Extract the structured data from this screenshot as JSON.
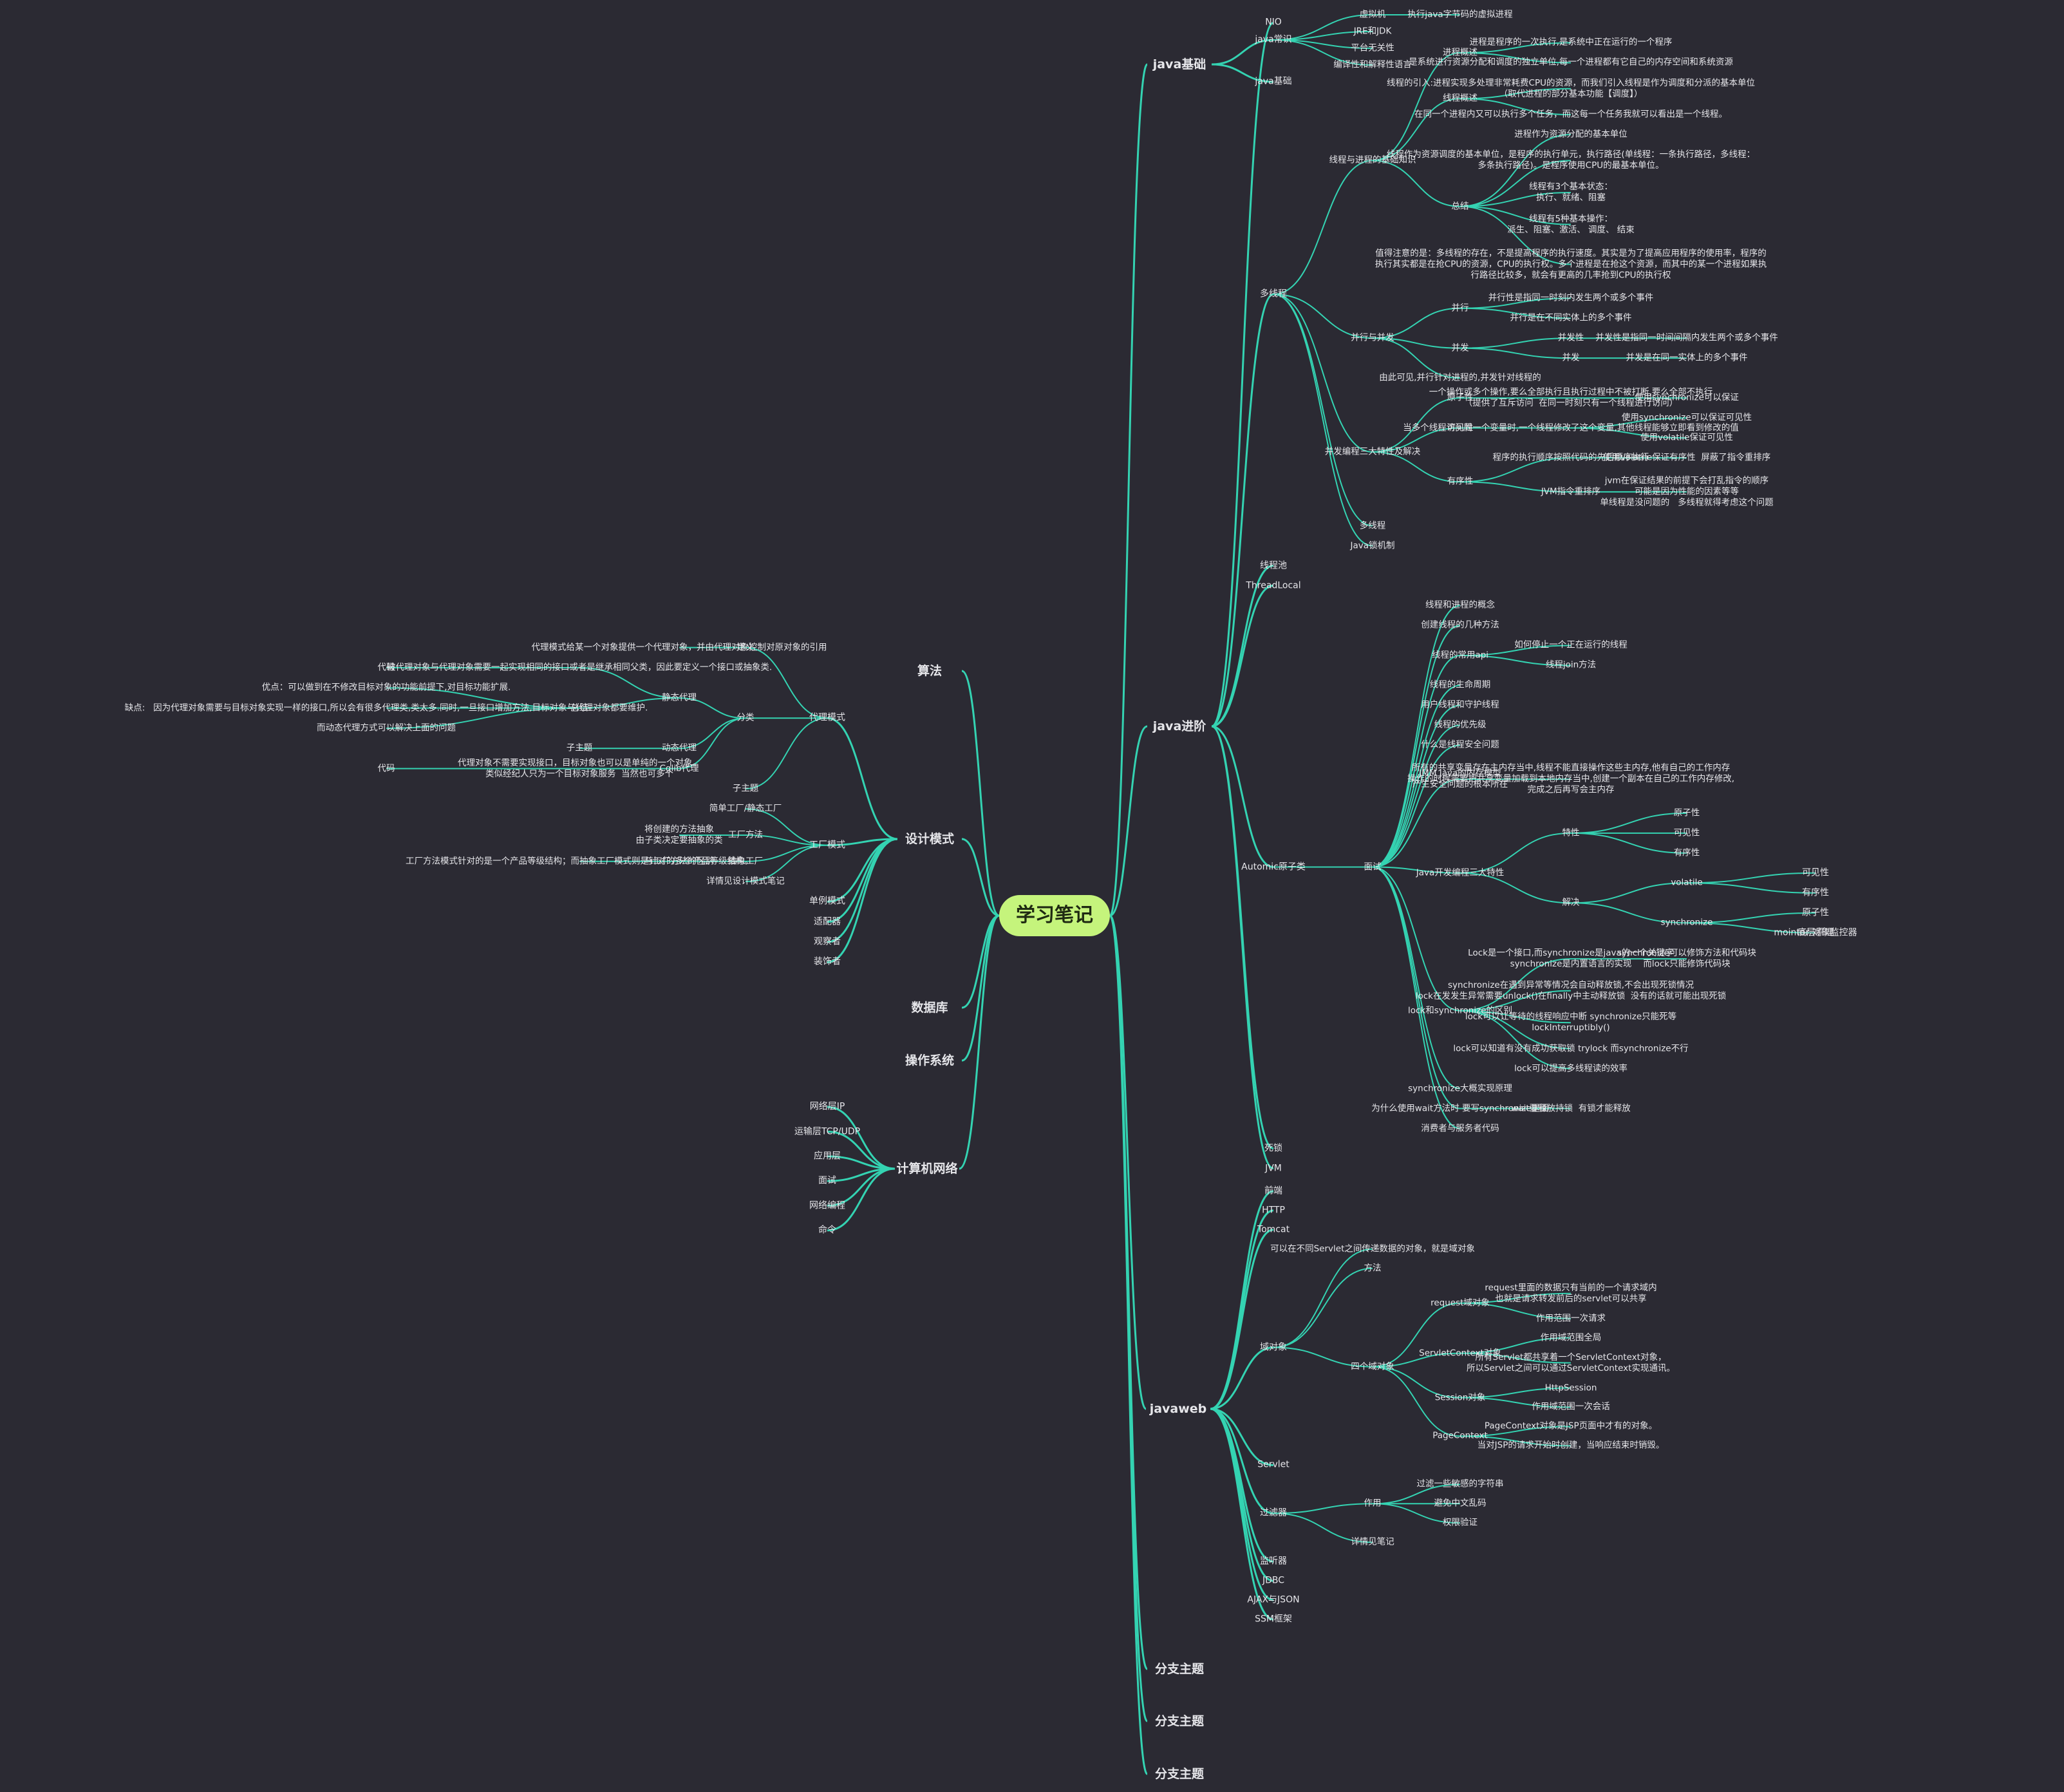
{
  "map": {
    "colors": {
      "background": "#2b2a33",
      "branch": "#34d3b2",
      "root_fill": "#c5f47c",
      "root_text": "#1f2a12",
      "text": "#e6e6ea"
    },
    "root": "学习笔记",
    "right": [
      {
        "t": "java基础",
        "c": [
          {
            "t": "java常识",
            "c": [
              {
                "t": "虚拟机",
                "c": [
                  {
                    "t": "执行java字节码的虚拟进程"
                  }
                ]
              },
              {
                "t": "JRE和JDK"
              },
              {
                "t": "平台无关性"
              },
              {
                "t": "编译性和解释性语言"
              }
            ]
          },
          {
            "t": "java基础"
          }
        ]
      },
      {
        "t": "java进阶",
        "c": [
          {
            "t": "NIO"
          },
          {
            "t": "多线程",
            "c": [
              {
                "t": "线程与进程的基础知识",
                "c": [
                  {
                    "t": "进程概述",
                    "c": [
                      {
                        "t": "进程是程序的一次执行,是系统中正在运行的一个程序"
                      },
                      {
                        "t": "是系统进行资源分配和调度的独立单位,每一个进程都有它自己的内存空间和系统资源"
                      }
                    ]
                  },
                  {
                    "t": "线程概述",
                    "c": [
                      {
                        "t": "线程的引入:进程实现多处理非常耗费CPU的资源，而我们引入线程是作为调度和分派的基本单位\n（取代进程的部分基本功能【调度】）"
                      },
                      {
                        "t": "在同一个进程内又可以执行多个任务，而这每一个任务我就可以看出是一个线程。"
                      }
                    ]
                  },
                  {
                    "t": "总结",
                    "c": [
                      {
                        "t": "进程作为资源分配的基本单位"
                      },
                      {
                        "t": "线程作为资源调度的基本单位，是程序的执行单元，执行路径(单线程：一条执行路径，多线程：\n多条执行路径)。是程序使用CPU的最基本单位。"
                      },
                      {
                        "t": "线程有3个基本状态：\n执行、就绪、阻塞"
                      },
                      {
                        "t": "线程有5种基本操作：\n派生、阻塞、激活、 调度、 结束"
                      },
                      {
                        "t": "值得注意的是：多线程的存在，不是提高程序的执行速度。其实是为了提高应用程序的使用率，程序的\n执行其实都是在抢CPU的资源，CPU的执行权。多个进程是在抢这个资源，而其中的某一个进程如果执\n行路径比较多，就会有更高的几率抢到CPU的执行权"
                      }
                    ]
                  }
                ]
              },
              {
                "t": "并行与并发",
                "c": [
                  {
                    "t": "并行",
                    "c": [
                      {
                        "t": "并行性是指同一时刻内发生两个或多个事件"
                      },
                      {
                        "t": "并行是在不同实体上的多个事件"
                      }
                    ]
                  },
                  {
                    "t": "并发",
                    "c": [
                      {
                        "t": "并发性",
                        "c": [
                          {
                            "t": "并发性是指同一时间间隔内发生两个或多个事件"
                          }
                        ]
                      },
                      {
                        "t": "并发",
                        "c": [
                          {
                            "t": "并发是在同一实体上的多个事件"
                          }
                        ]
                      }
                    ]
                  },
                  {
                    "t": "由此可见,并行针对进程的,并发针对线程的"
                  }
                ]
              },
              {
                "t": "并发编程三大特性及解决",
                "c": [
                  {
                    "t": "原子性",
                    "c": [
                      {
                        "t": "一个操作或多个操作,要么全部执行且执行过程中不被打断,要么全部不执行\n（提供了互斥访问  在同一时刻只有一个线程进行访问）",
                        "c": [
                          {
                            "t": "使用synchronize可以保证"
                          }
                        ]
                      }
                    ]
                  },
                  {
                    "t": "可见性",
                    "c": [
                      {
                        "t": "当多个线程访问同一个变量时,一个线程修改了这个变量,其他线程能够立即看到修改的值",
                        "c": [
                          {
                            "t": "使用synchronize可以保证可见性"
                          },
                          {
                            "t": "使用volatile保证可见性"
                          }
                        ]
                      }
                    ]
                  },
                  {
                    "t": "有序性",
                    "c": [
                      {
                        "t": "程序的执行顺序按照代码的先后顺序执行",
                        "c": [
                          {
                            "t": "使用volatile保证有序性  屏蔽了指令重排序"
                          }
                        ]
                      },
                      {
                        "t": "JVM指令重排序",
                        "c": [
                          {
                            "t": "jvm在保证结果的前提下会打乱指令的顺序\n可能是因为性能的因素等等\n单线程是没问题的   多线程就得考虑这个问题"
                          }
                        ]
                      }
                    ]
                  }
                ]
              },
              {
                "t": "多线程"
              },
              {
                "t": "Java锁机制"
              }
            ]
          },
          {
            "t": "线程池"
          },
          {
            "t": "ThreadLocal"
          },
          {
            "t": "Automic原子类",
            "c": [
              {
                "t": "面试",
                "c": [
                  {
                    "t": "线程和进程的概念"
                  },
                  {
                    "t": "创建线程的几种方法"
                  },
                  {
                    "t": "线程的常用api",
                    "c": [
                      {
                        "t": "如何停止一个正在运行的线程"
                      },
                      {
                        "t": "线程join方法"
                      }
                    ]
                  },
                  {
                    "t": "线程的生命周期"
                  },
                  {
                    "t": "用户线程和守护线程"
                  },
                  {
                    "t": "线程的优先级"
                  },
                  {
                    "t": "什么是线程安全问题"
                  },
                  {
                    "t": "JMM Java的内存模型\n产生安全问题的根本所在",
                    "c": [
                      {
                        "t": "所有的共享变量存在主内存当中,线程不能直接操作这些主内存,他有自己的工作内存\n操作的时候需要把共享变量加载到本地内存当中,创建一个副本在自己的工作内存修改,\n完成之后再写会主内存"
                      }
                    ]
                  },
                  {
                    "t": "Java开发编程三大特性",
                    "c": [
                      {
                        "t": "特性",
                        "c": [
                          {
                            "t": "原子性"
                          },
                          {
                            "t": "可见性"
                          },
                          {
                            "t": "有序性"
                          }
                        ]
                      },
                      {
                        "t": "解决",
                        "c": [
                          {
                            "t": "volatile",
                            "c": [
                              {
                                "t": "可见性"
                              },
                              {
                                "t": "有序性"
                              }
                            ]
                          },
                          {
                            "t": "synchronize",
                            "c": [
                              {
                                "t": "原子性"
                              },
                              {
                                "t": "底层原理",
                                "c": [
                                  {
                                    "t": "mointor 对象监控器"
                                  }
                                ]
                              }
                            ]
                          }
                        ]
                      }
                    ]
                  },
                  {
                    "t": "lock和synchronize的区别",
                    "c": [
                      {
                        "t": "Lock是一个接口,而synchronize是java的一个关键字\nsynchronize是内置语言的实现",
                        "c": [
                          {
                            "t": "synchronize可以修饰方法和代码块\n而lock只能修饰代码块"
                          }
                        ]
                      },
                      {
                        "t": "synchronize在遇到异常等情况会自动释放锁,不会出现死锁情况\nlock在发发生异常需要unlock()在finally中主动释放锁  没有的话就可能出现死锁"
                      },
                      {
                        "t": "lock可以让等待的线程响应中断 synchronize只能死等\nlockInterruptibly()"
                      },
                      {
                        "t": "lock可以知道有没有成功获取锁 trylock 而synchronize不行"
                      },
                      {
                        "t": "lock可以提高多线程读的效率"
                      }
                    ]
                  },
                  {
                    "t": "synchronize大概实现原理"
                  },
                  {
                    "t": "为什么使用wait方法时 要写synchronize里面",
                    "c": [
                      {
                        "t": "wait要释放持锁  有锁才能释放"
                      }
                    ]
                  },
                  {
                    "t": "消费者与服务者代码"
                  }
                ]
              }
            ]
          },
          {
            "t": "死锁"
          },
          {
            "t": "JVM"
          }
        ]
      },
      {
        "t": "javaweb",
        "c": [
          {
            "t": "前端"
          },
          {
            "t": "HTTP"
          },
          {
            "t": "Tomcat"
          },
          {
            "t": "域对象",
            "c": [
              {
                "t": "可以在不同Servlet之间传递数据的对象，就是域对象"
              },
              {
                "t": "方法"
              },
              {
                "t": "四个域对象",
                "c": [
                  {
                    "t": "request域对象",
                    "c": [
                      {
                        "t": "request里面的数据只有当前的一个请求域内\n也就是请求转发前后的servlet可以共享"
                      },
                      {
                        "t": "作用范围一次请求"
                      }
                    ]
                  },
                  {
                    "t": "ServletContext对象",
                    "c": [
                      {
                        "t": "作用域范围全局"
                      },
                      {
                        "t": "所有Servlet都共享着一个ServletContext对象，\n所以Servlet之间可以通过ServletContext实现通讯。"
                      }
                    ]
                  },
                  {
                    "t": "Session对象",
                    "c": [
                      {
                        "t": "HttpSession"
                      },
                      {
                        "t": "作用域范围一次会话"
                      }
                    ]
                  },
                  {
                    "t": "PageContext",
                    "c": [
                      {
                        "t": "PageContext对象是JSP页面中才有的对象。"
                      },
                      {
                        "t": "当对JSP的请求开始时创建，当响应结束时销毁。"
                      }
                    ]
                  }
                ]
              }
            ]
          },
          {
            "t": "Servlet"
          },
          {
            "t": "过滤器",
            "c": [
              {
                "t": "作用",
                "c": [
                  {
                    "t": "过滤一些敏感的字符串"
                  },
                  {
                    "t": "避免中文乱码"
                  },
                  {
                    "t": "权限验证"
                  }
                ]
              },
              {
                "t": "详情见笔记"
              }
            ]
          },
          {
            "t": "监听器"
          },
          {
            "t": "JDBC"
          },
          {
            "t": "AJAX与JSON"
          },
          {
            "t": "SSM框架"
          }
        ]
      },
      {
        "t": "分支主题"
      },
      {
        "t": "分支主题"
      },
      {
        "t": "分支主题"
      }
    ],
    "left": [
      {
        "t": "算法"
      },
      {
        "t": "设计模式",
        "c": [
          {
            "t": "代理模式",
            "c": [
              {
                "t": "定义",
                "c": [
                  {
                    "t": "代理模式给某一个对象提供一个代理对象，并由代理对象控制对原对象的引用"
                  }
                ]
              },
              {
                "t": "分类",
                "c": [
                  {
                    "t": "静态代理",
                    "c": [
                      {
                        "t": "被代理对象与代理对象需要一起实现相同的接口或者是继承相同父类，因此要定义一个接口或抽象类.",
                        "c": [
                          {
                            "t": "代码"
                          }
                        ]
                      },
                      {
                        "t": "总结",
                        "c": [
                          {
                            "t": "优点：可以做到在不修改目标对象的功能前提下,对目标功能扩展."
                          },
                          {
                            "t": "缺点:   因为代理对象需要与目标对象实现一样的接口,所以会有很多代理类,类太多.同时,一旦接口增加方法,目标对象与代理对象都要维护."
                          },
                          {
                            "t": "而动态代理方式可以解决上面的问题"
                          }
                        ]
                      }
                    ]
                  },
                  {
                    "t": "动态代理",
                    "c": [
                      {
                        "t": "子主题"
                      }
                    ]
                  },
                  {
                    "t": "Cglib代理",
                    "c": [
                      {
                        "t": "代理对象不需要实现接口，目标对象也可以是单纯的一个对象。\n类似经纪人只为一个目标对象服务  当然也可多个",
                        "c": [
                          {
                            "t": "代码"
                          }
                        ]
                      }
                    ]
                  }
                ]
              },
              {
                "t": "子主题"
              }
            ]
          },
          {
            "t": "工厂模式",
            "c": [
              {
                "t": "简单工厂/静态工厂"
              },
              {
                "t": "工厂方法",
                "c": [
                  {
                    "t": "将创建的方法抽象\n由子类决定要抽象的类"
                  }
                ]
              },
              {
                "t": "抽象工厂",
                "c": [
                  {
                    "t": "与工厂方法的区别",
                    "c": [
                      {
                        "t": "工厂方法模式针对的是一个产品等级结构；而抽象工厂模式则是针对的多个产品等级结构。"
                      }
                    ]
                  }
                ]
              },
              {
                "t": "详情见设计模式笔记"
              }
            ]
          },
          {
            "t": "单例模式"
          },
          {
            "t": "适配器"
          },
          {
            "t": "观察者"
          },
          {
            "t": "装饰者"
          }
        ]
      },
      {
        "t": "数据库"
      },
      {
        "t": "操作系统"
      },
      {
        "t": "计算机网络",
        "c": [
          {
            "t": "网络层IP"
          },
          {
            "t": "运输层TCP/UDP"
          },
          {
            "t": "应用层"
          },
          {
            "t": "面试"
          },
          {
            "t": "网络编程"
          },
          {
            "t": "命令"
          }
        ]
      }
    ]
  }
}
